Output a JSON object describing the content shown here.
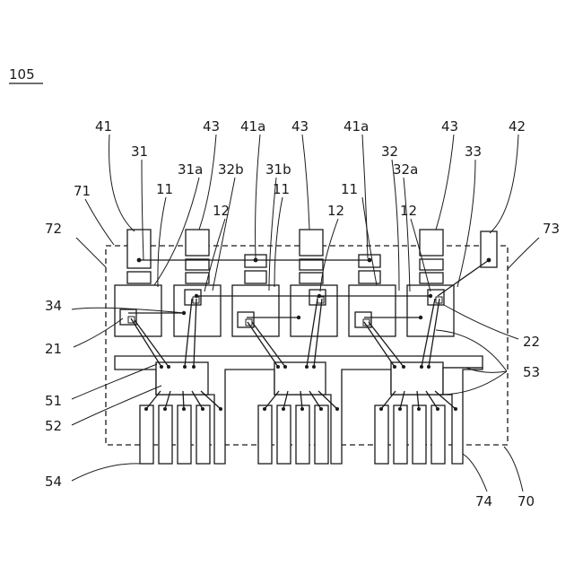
{
  "figure": {
    "ref": "105",
    "labels": {
      "l41": "41",
      "l43a": "43",
      "l41a_1": "41a",
      "l43b": "43",
      "l41a_2": "41a",
      "l43c": "43",
      "l42": "42",
      "l31": "31",
      "l31a": "31a",
      "l32b": "32b",
      "l31b": "31b",
      "l32": "32",
      "l32a": "32a",
      "l33": "33",
      "l71": "71",
      "l11a": "11",
      "l11b": "11",
      "l11c": "11",
      "l12a": "12",
      "l12b": "12",
      "l12c": "12",
      "l72": "72",
      "l73": "73",
      "l34": "34",
      "l21": "21",
      "l22": "22",
      "l51": "51",
      "l52": "52",
      "l53": "53",
      "l54": "54",
      "l74": "74",
      "l70": "70"
    }
  }
}
